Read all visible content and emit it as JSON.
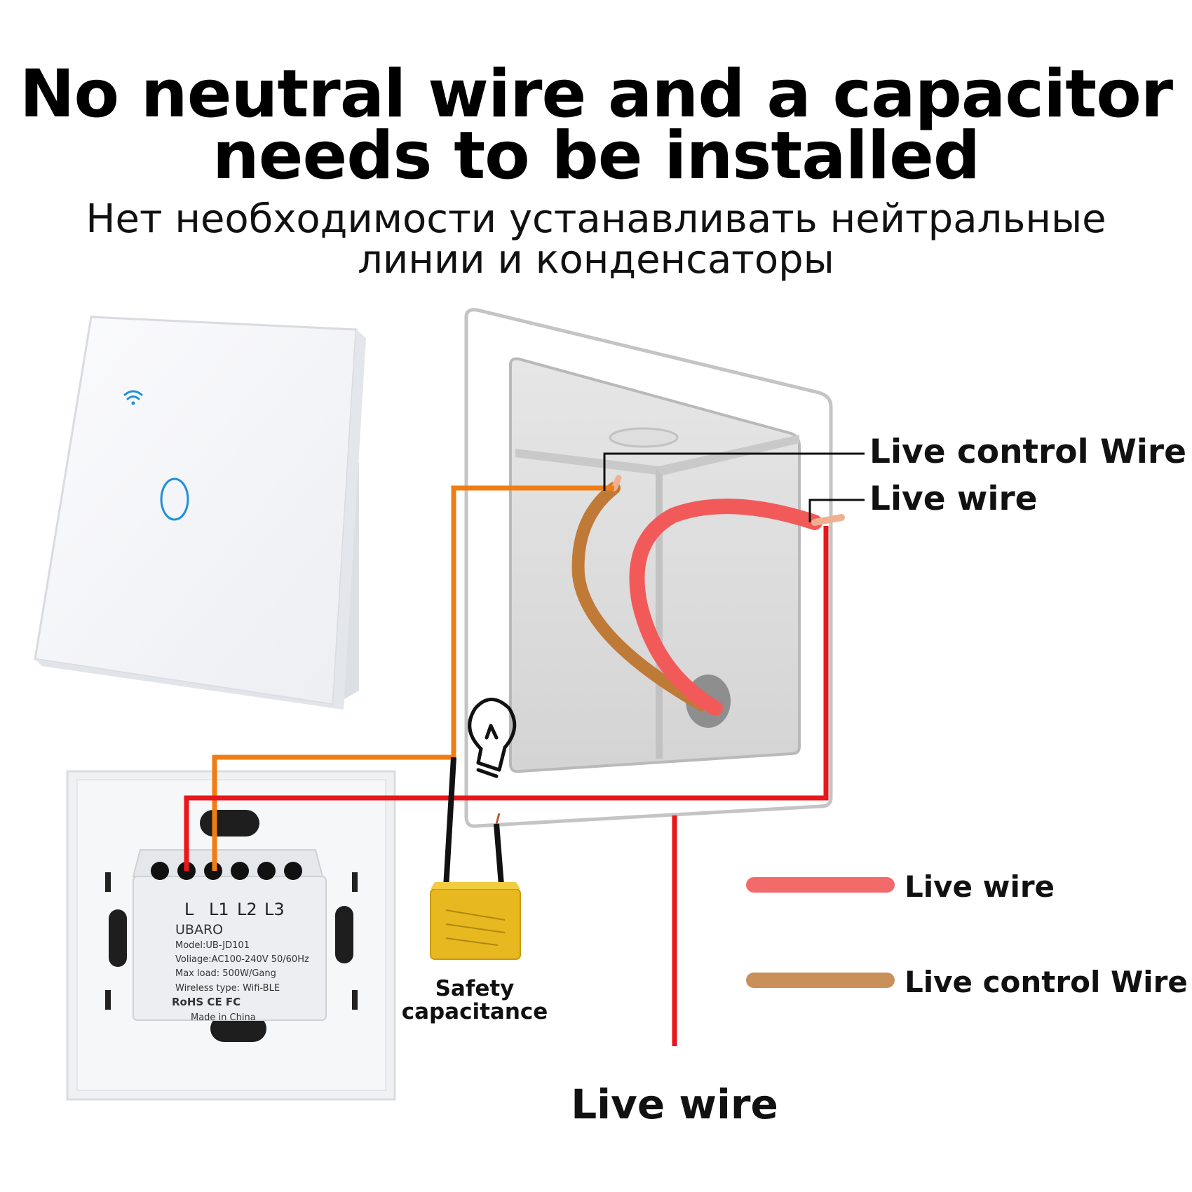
{
  "header": {
    "title_line1": "No neutral wire and a capacitor",
    "title_line2": "needs to be installed",
    "subtitle_line1": "Нет необходимости устанавливать нейтральные",
    "subtitle_line2": "линии и конденсаторы"
  },
  "callouts": {
    "live_control_wire": "Live control Wire",
    "live_wire": "Live wire"
  },
  "legend": {
    "items": [
      {
        "label": "Live wire",
        "color": "#f26a6a"
      },
      {
        "label": "Live control Wire",
        "color": "#c9905a"
      }
    ]
  },
  "bottom_label": "Live wire",
  "capacitor_label": {
    "line1": "Safety",
    "line2": "capacitance"
  },
  "module_label": {
    "terminals": [
      "L",
      "L1",
      "L2",
      "L3"
    ],
    "brand": "UBARO",
    "model": "Model:UB-JD101",
    "voltage": "Voliage:AC100-240V 50/60Hz",
    "max_load": "Max load:   500W/Gang",
    "wireless": "Wireless type: Wifi-BLE",
    "certs": "RoHS  CE  FC",
    "origin": "Made in China"
  },
  "colors": {
    "live_wire": "#e8171b",
    "control_wire": "#f07d14",
    "wire_red_3d": "#f25a5a",
    "wire_brown_3d": "#c07a38",
    "capacitor": "#e8b820",
    "touch_accent": "#1e90d8"
  },
  "icons": [
    "wifi-icon",
    "touch-button-icon",
    "light-bulb-icon",
    "capacitor-icon"
  ]
}
